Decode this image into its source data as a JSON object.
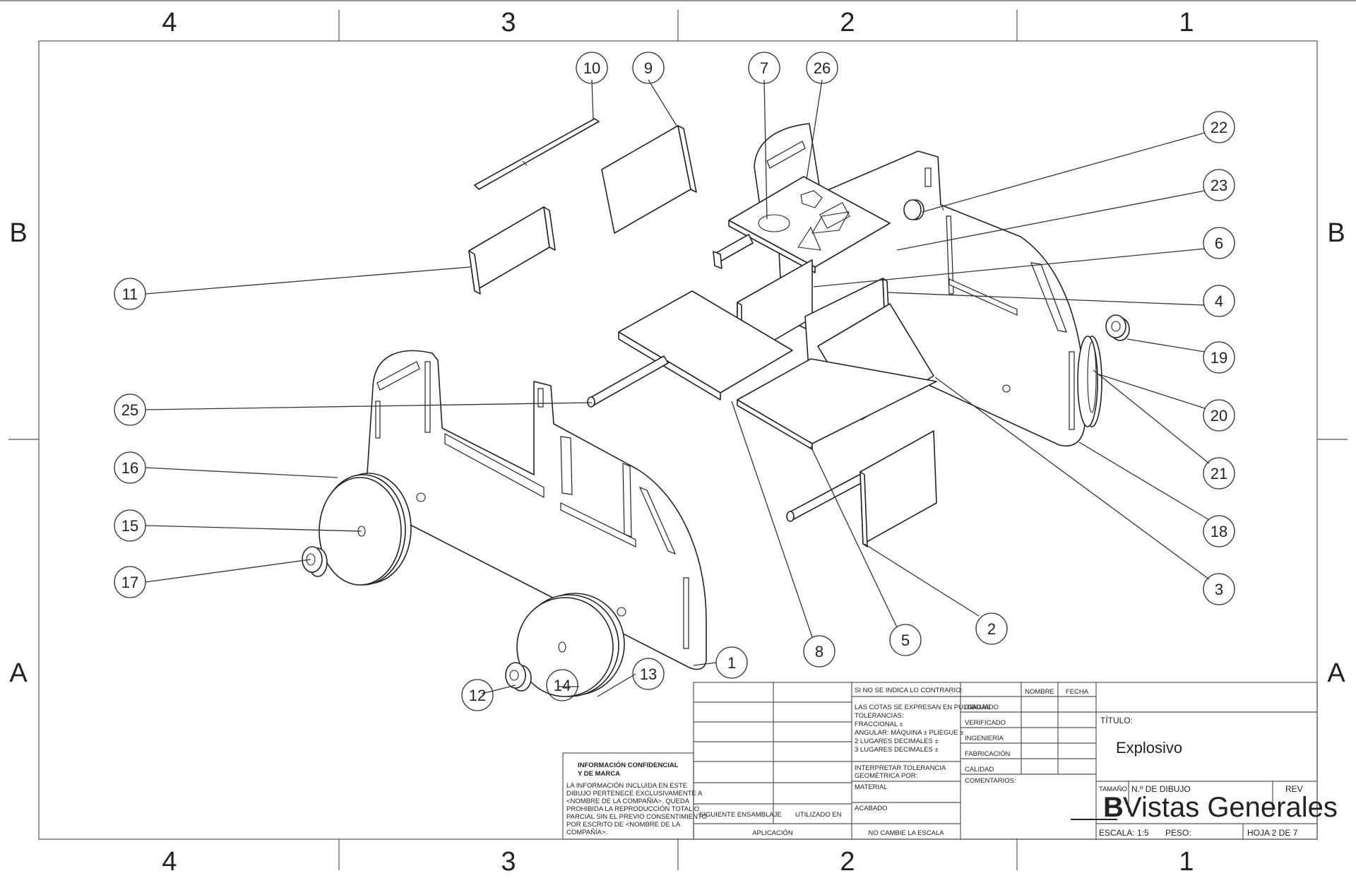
{
  "zones": {
    "columns": [
      "4",
      "3",
      "2",
      "1"
    ],
    "rows": [
      "B",
      "A"
    ]
  },
  "balloons": [
    {
      "label": "10"
    },
    {
      "label": "9"
    },
    {
      "label": "7"
    },
    {
      "label": "26"
    },
    {
      "label": "22"
    },
    {
      "label": "23"
    },
    {
      "label": "6"
    },
    {
      "label": "4"
    },
    {
      "label": "19"
    },
    {
      "label": "20"
    },
    {
      "label": "21"
    },
    {
      "label": "18"
    },
    {
      "label": "3"
    },
    {
      "label": "11"
    },
    {
      "label": "25"
    },
    {
      "label": "16"
    },
    {
      "label": "15"
    },
    {
      "label": "17"
    },
    {
      "label": "12"
    },
    {
      "label": "14"
    },
    {
      "label": "13"
    },
    {
      "label": "1"
    },
    {
      "label": "8"
    },
    {
      "label": "5"
    },
    {
      "label": "2"
    }
  ],
  "confidential": {
    "title1": "INFORMACIÓN CONFIDENCIAL",
    "title2": "Y DE MARCA",
    "lines": [
      "LA INFORMACIÓN INCLUIDA EN ESTE",
      "DIBUJO PERTENECE EXCLUSIVAMENTE A",
      "<NOMBRE DE LA COMPAÑÍA>. QUEDA",
      "PROHIBIDA LA REPRODUCCIÓN TOTAL O",
      "PARCIAL SIN EL PREVIO CONSENTIMIENTO",
      "POR ESCRITO DE <NOMBRE DE LA",
      "COMPAÑÍA>."
    ]
  },
  "title_block": {
    "siguiente_ensamblaje": "SIGUIENTE ENSAMBLAJE",
    "utilizado_en": "UTILIZADO EN",
    "aplicacion": "APLICACIÓN",
    "no_indica": "SI NO SE INDICA LO CONTRARIO:",
    "tolerancias": [
      "LAS COTAS SE EXPRESAN EN PULGADAS",
      "TOLERANCIAS:",
      "FRACCIONAL ±",
      "ANGULAR: MÁQUINA ±     PLIEGUE ±",
      "2 LUGARES DECIMALES    ±",
      "3 LUGARES DECIMALES  ±"
    ],
    "interpretar": [
      "INTERPRETAR TOLERANCIA",
      "GEOMÉTRICA POR:"
    ],
    "material": "MATERIAL",
    "acabado": "ACABADO",
    "no_cambie": "NO CAMBIE LA ESCALA",
    "nombre": "NOMBRE",
    "fecha": "FECHA",
    "roles": [
      "DIBUJADO",
      "VERIFICADO",
      "INGENIERÍA",
      "FABRICACIÓN",
      "CALIDAD"
    ],
    "comentarios": "COMENTARIOS:",
    "titulo_label": "TÍTULO:",
    "titulo_value": "Explosivo",
    "tamano_label": "TAMAÑO",
    "tamano_value": "B",
    "n_dibujo_label": "N.º DE DIBUJO",
    "n_dibujo_value": "Vistas Generales",
    "rev_label": "REV",
    "escala": "ESCALA: 1:5",
    "peso": "PESO:",
    "hoja": "HOJA 2 DE 7"
  }
}
